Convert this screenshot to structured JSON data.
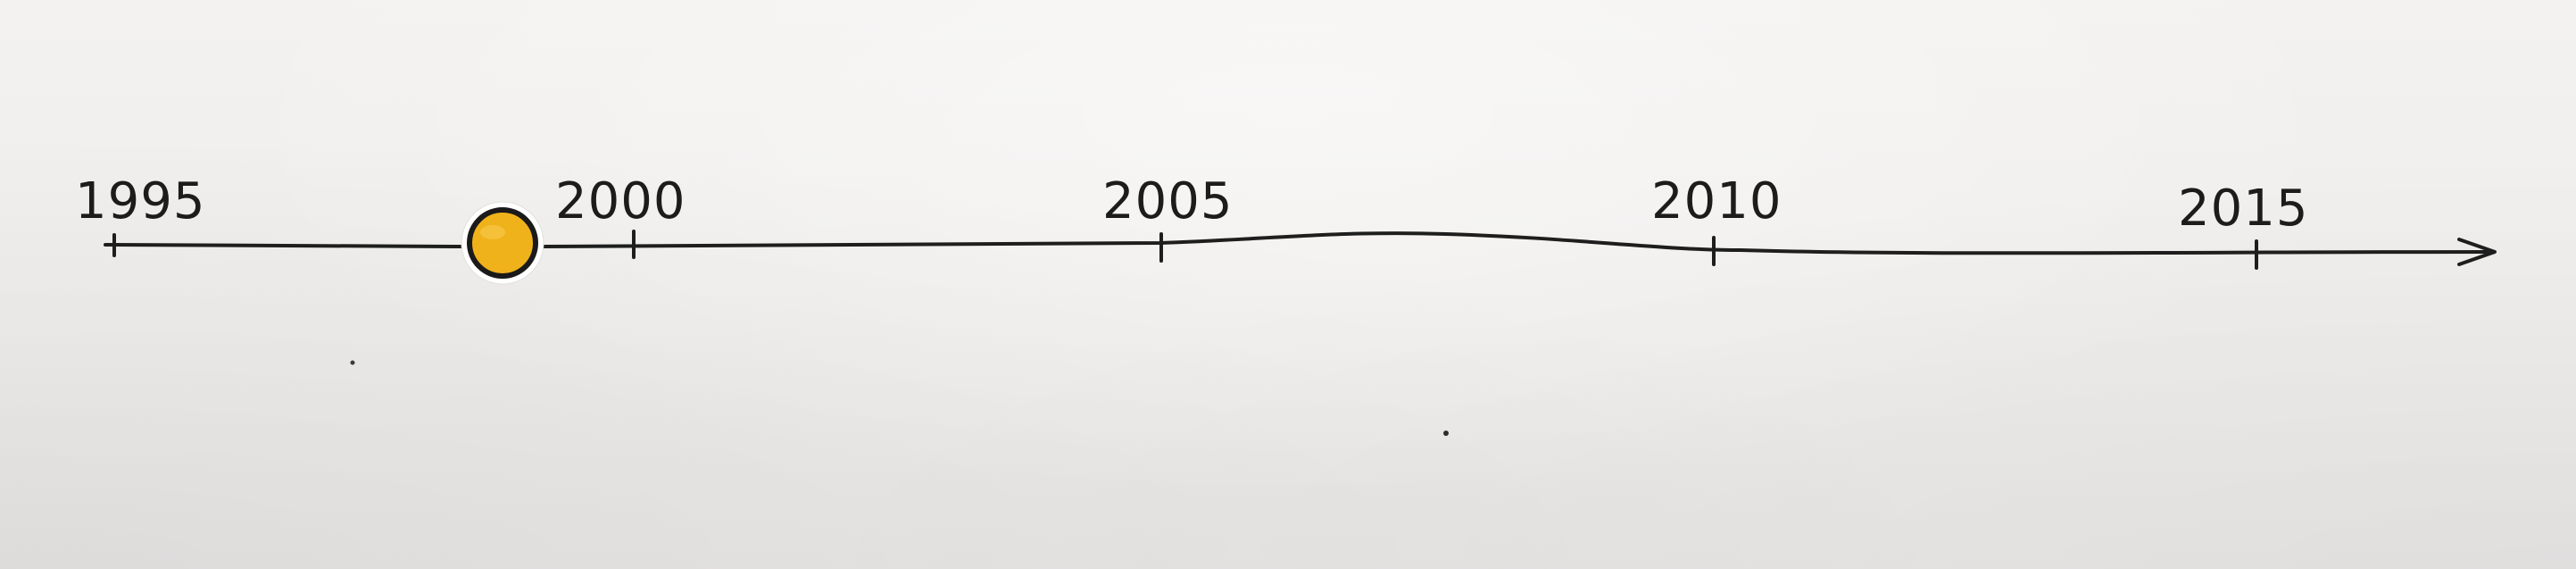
{
  "timeline": {
    "ticks": [
      {
        "label": "1995"
      },
      {
        "label": "2000"
      },
      {
        "label": "2005"
      },
      {
        "label": "2010"
      },
      {
        "label": "2015"
      }
    ],
    "marker": {
      "color": "#f0b21a",
      "outline": "#1a1a1a",
      "halo": "#ffffff"
    },
    "line_color": "#1e1e1e",
    "paper_color": "#f1efed"
  }
}
